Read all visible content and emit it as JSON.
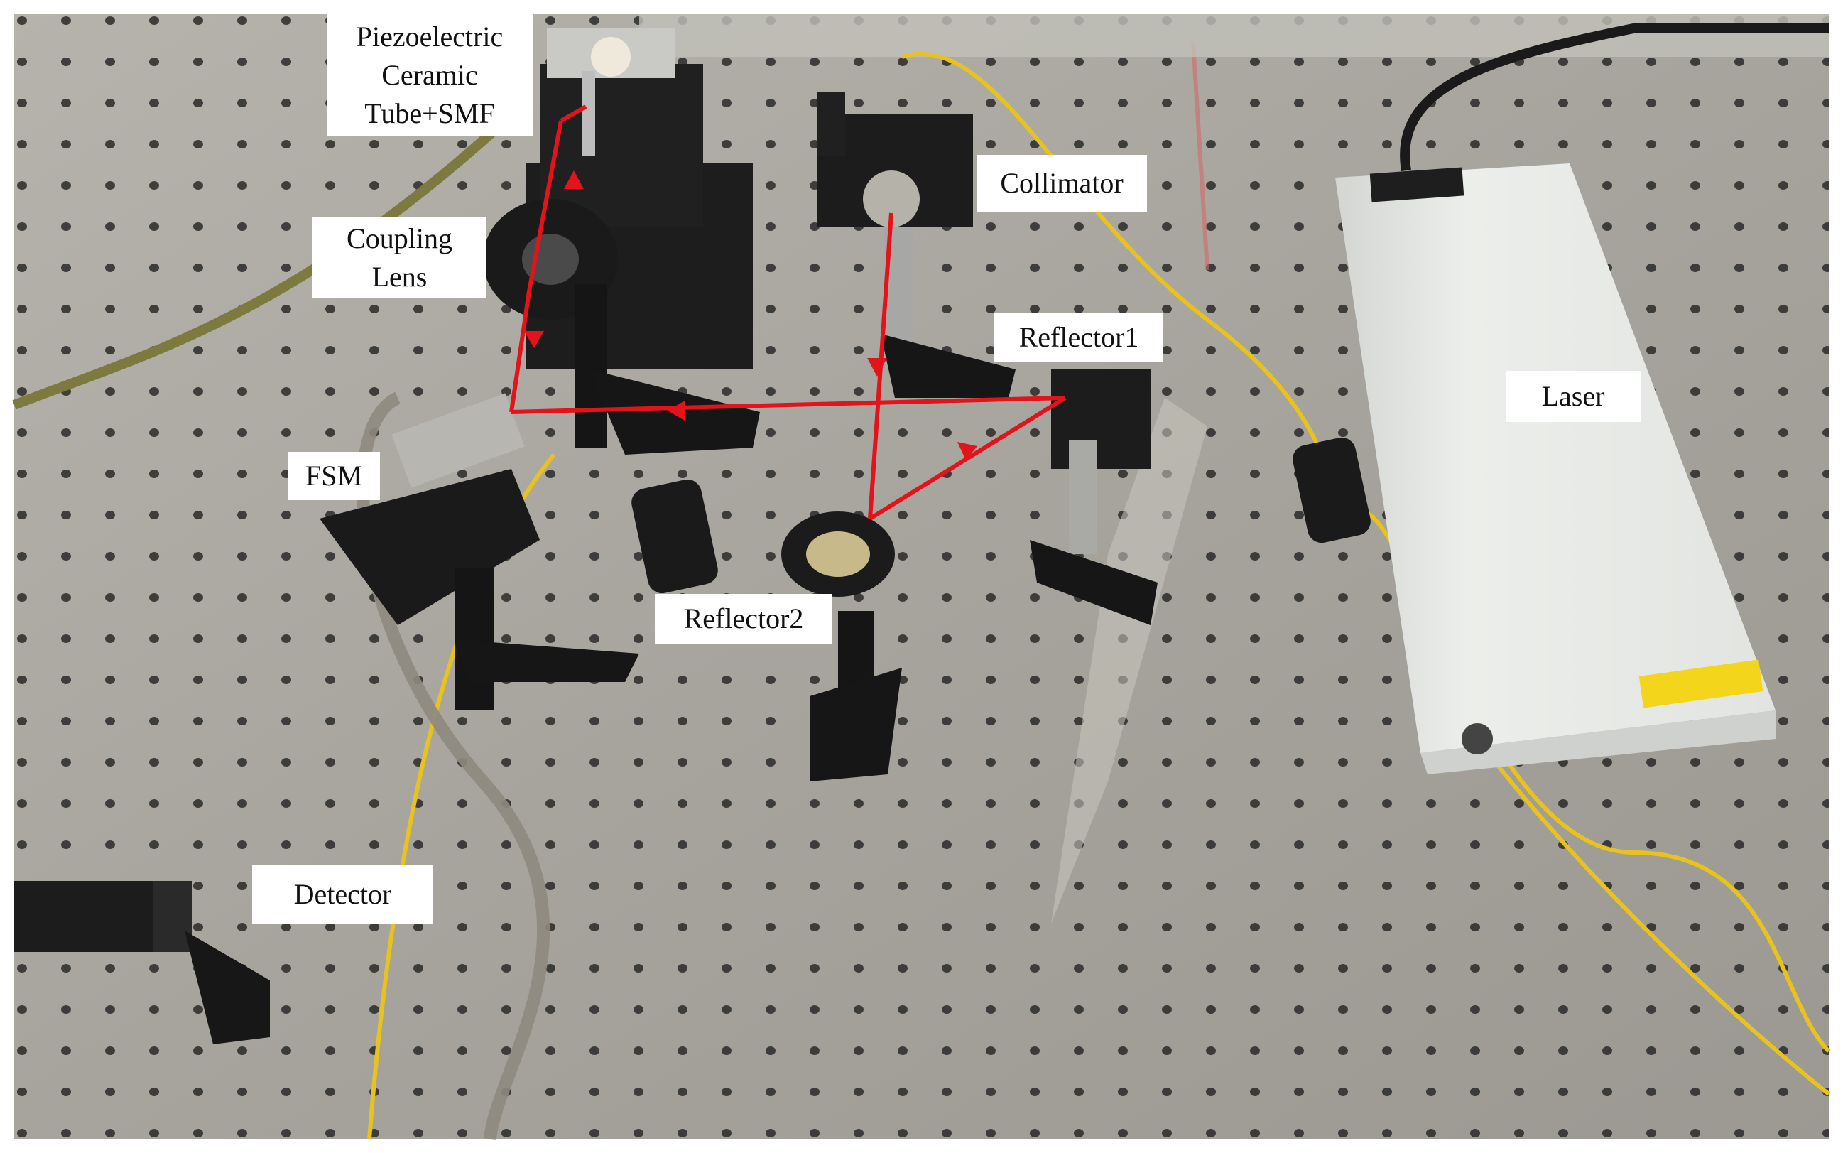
{
  "figure": {
    "labels": {
      "piezo_tube": [
        "Piezoelectric",
        "Ceramic",
        "Tube+SMF"
      ],
      "collimator": "Collimator",
      "coupling_lens": [
        "Coupling",
        "Lens"
      ],
      "reflector1": "Reflector1",
      "laser": "Laser",
      "fsm": "FSM",
      "reflector2": "Reflector2",
      "detector": "Detector"
    },
    "colors": {
      "beam": "#e4121a",
      "table": "#a9a79f",
      "hole": "#2a2a2a",
      "laser_box": "#e6e8e5",
      "fiber": "#e8c21e",
      "mount": "#1b1b1b",
      "brass": "#c9803c"
    }
  }
}
